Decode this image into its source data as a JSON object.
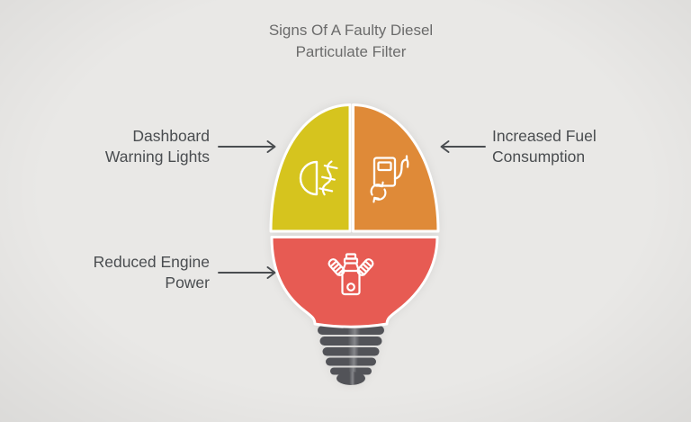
{
  "title": {
    "line1": "Signs Of A Faulty Diesel",
    "line2": "Particulate Filter"
  },
  "diagram": {
    "type": "lightbulb-infographic",
    "sections": [
      {
        "position": "top-left",
        "label_line1": "Dashboard",
        "label_line2": "Warning Lights",
        "color": "#d6c41e",
        "icon": "fog-light-icon"
      },
      {
        "position": "top-right",
        "label_line1": "Increased Fuel",
        "label_line2": "Consumption",
        "color": "#df8a38",
        "icon": "fuel-pump-icon"
      },
      {
        "position": "bottom",
        "label_line1": "Reduced Engine",
        "label_line2": "Power",
        "color": "#e75b53",
        "icon": "engine-icon"
      }
    ]
  },
  "colors": {
    "background": "#e9e8e6",
    "bulb_base": "#54555a",
    "bulb_base_highlight": "#85868a",
    "outline": "#ffffff",
    "icon_stroke": "#ffffff",
    "arrow": "#4a4d50",
    "label_text": "#4a4d50",
    "title_text": "#6b6b6b"
  }
}
